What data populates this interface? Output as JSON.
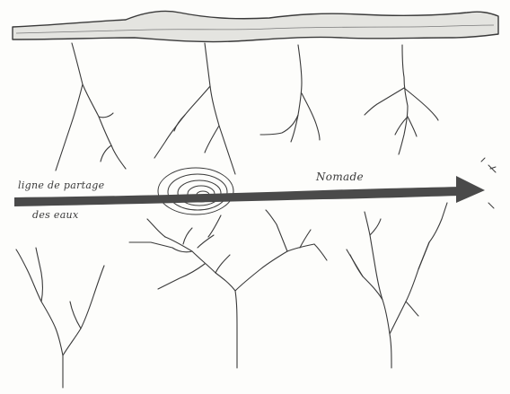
{
  "labels": {
    "watershed_line1": "ligne de partage",
    "watershed_line2": "des eaux",
    "nomad": "Nomade"
  },
  "colors": {
    "ink": "#3a3a3a",
    "arrow_fill": "#4a4a4a",
    "band_fill": "#e4e4e0",
    "paper": "#fdfdfb"
  },
  "icons": {
    "arrow": "arrow-right-icon",
    "spiral": "spiral-icon"
  }
}
